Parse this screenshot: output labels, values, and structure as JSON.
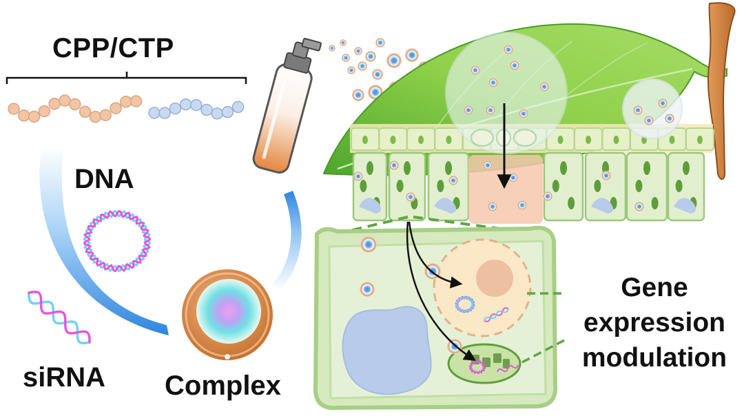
{
  "labels": {
    "cpp_ctp": "CPP/CTP",
    "dna": "DNA",
    "sirna": "siRNA",
    "complex": "Complex",
    "outcome_line1": "Gene",
    "outcome_line2": "expression",
    "outcome_line3": "modulation"
  },
  "colors": {
    "cpp_beads": "#f2c5a4",
    "ctp_beads": "#c9d9f0",
    "dna_strand_a": "#e05ad8",
    "dna_strand_b": "#6fd3f0",
    "arc_blue": "#3d8fe0",
    "leaf_green": "#7cc43d",
    "leaf_dark": "#3f9a24",
    "cell_fill": "#e2efcf",
    "cell_border": "#9cc87a",
    "nucleus": "#fbe8c4",
    "nucleolus": "#ebbfa4",
    "vacuole": "#b9cbea",
    "chloroplast": "#5e9e3a",
    "complex_shell": "#d98a52",
    "stem": "#c57a36",
    "spray_can": "#e8914a"
  },
  "icons": [
    "spray-bottle-icon",
    "leaf-icon",
    "plant-cell-icon",
    "dna-plasmid-icon",
    "sirna-duplex-icon",
    "nanocomplex-icon"
  ]
}
